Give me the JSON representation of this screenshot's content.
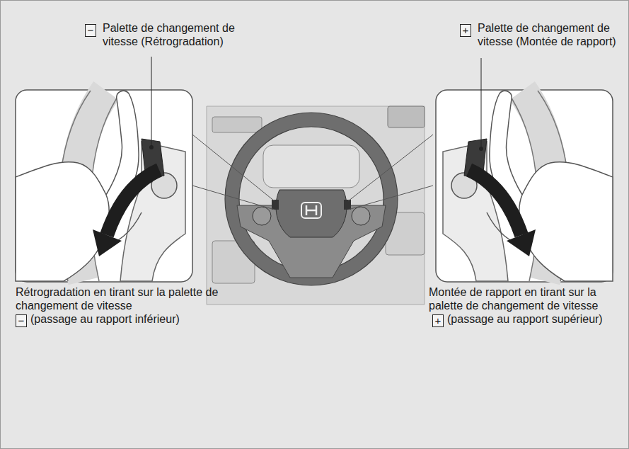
{
  "diagram": {
    "labels": [
      "−",
      "Palette de changement de vitesse (Rétrogradation)",
      "+",
      "Palette de changement de vitesse (Montée de rapport)",
      "Rétrogradation en tirant sur la palette de changement de vitesse",
      "−",
      "(passage au rapport inférieur)",
      "Montée de rapport en tirant sur la palette de changement de vitesse",
      "+",
      "(passage au rapport supérieur)"
    ]
  }
}
